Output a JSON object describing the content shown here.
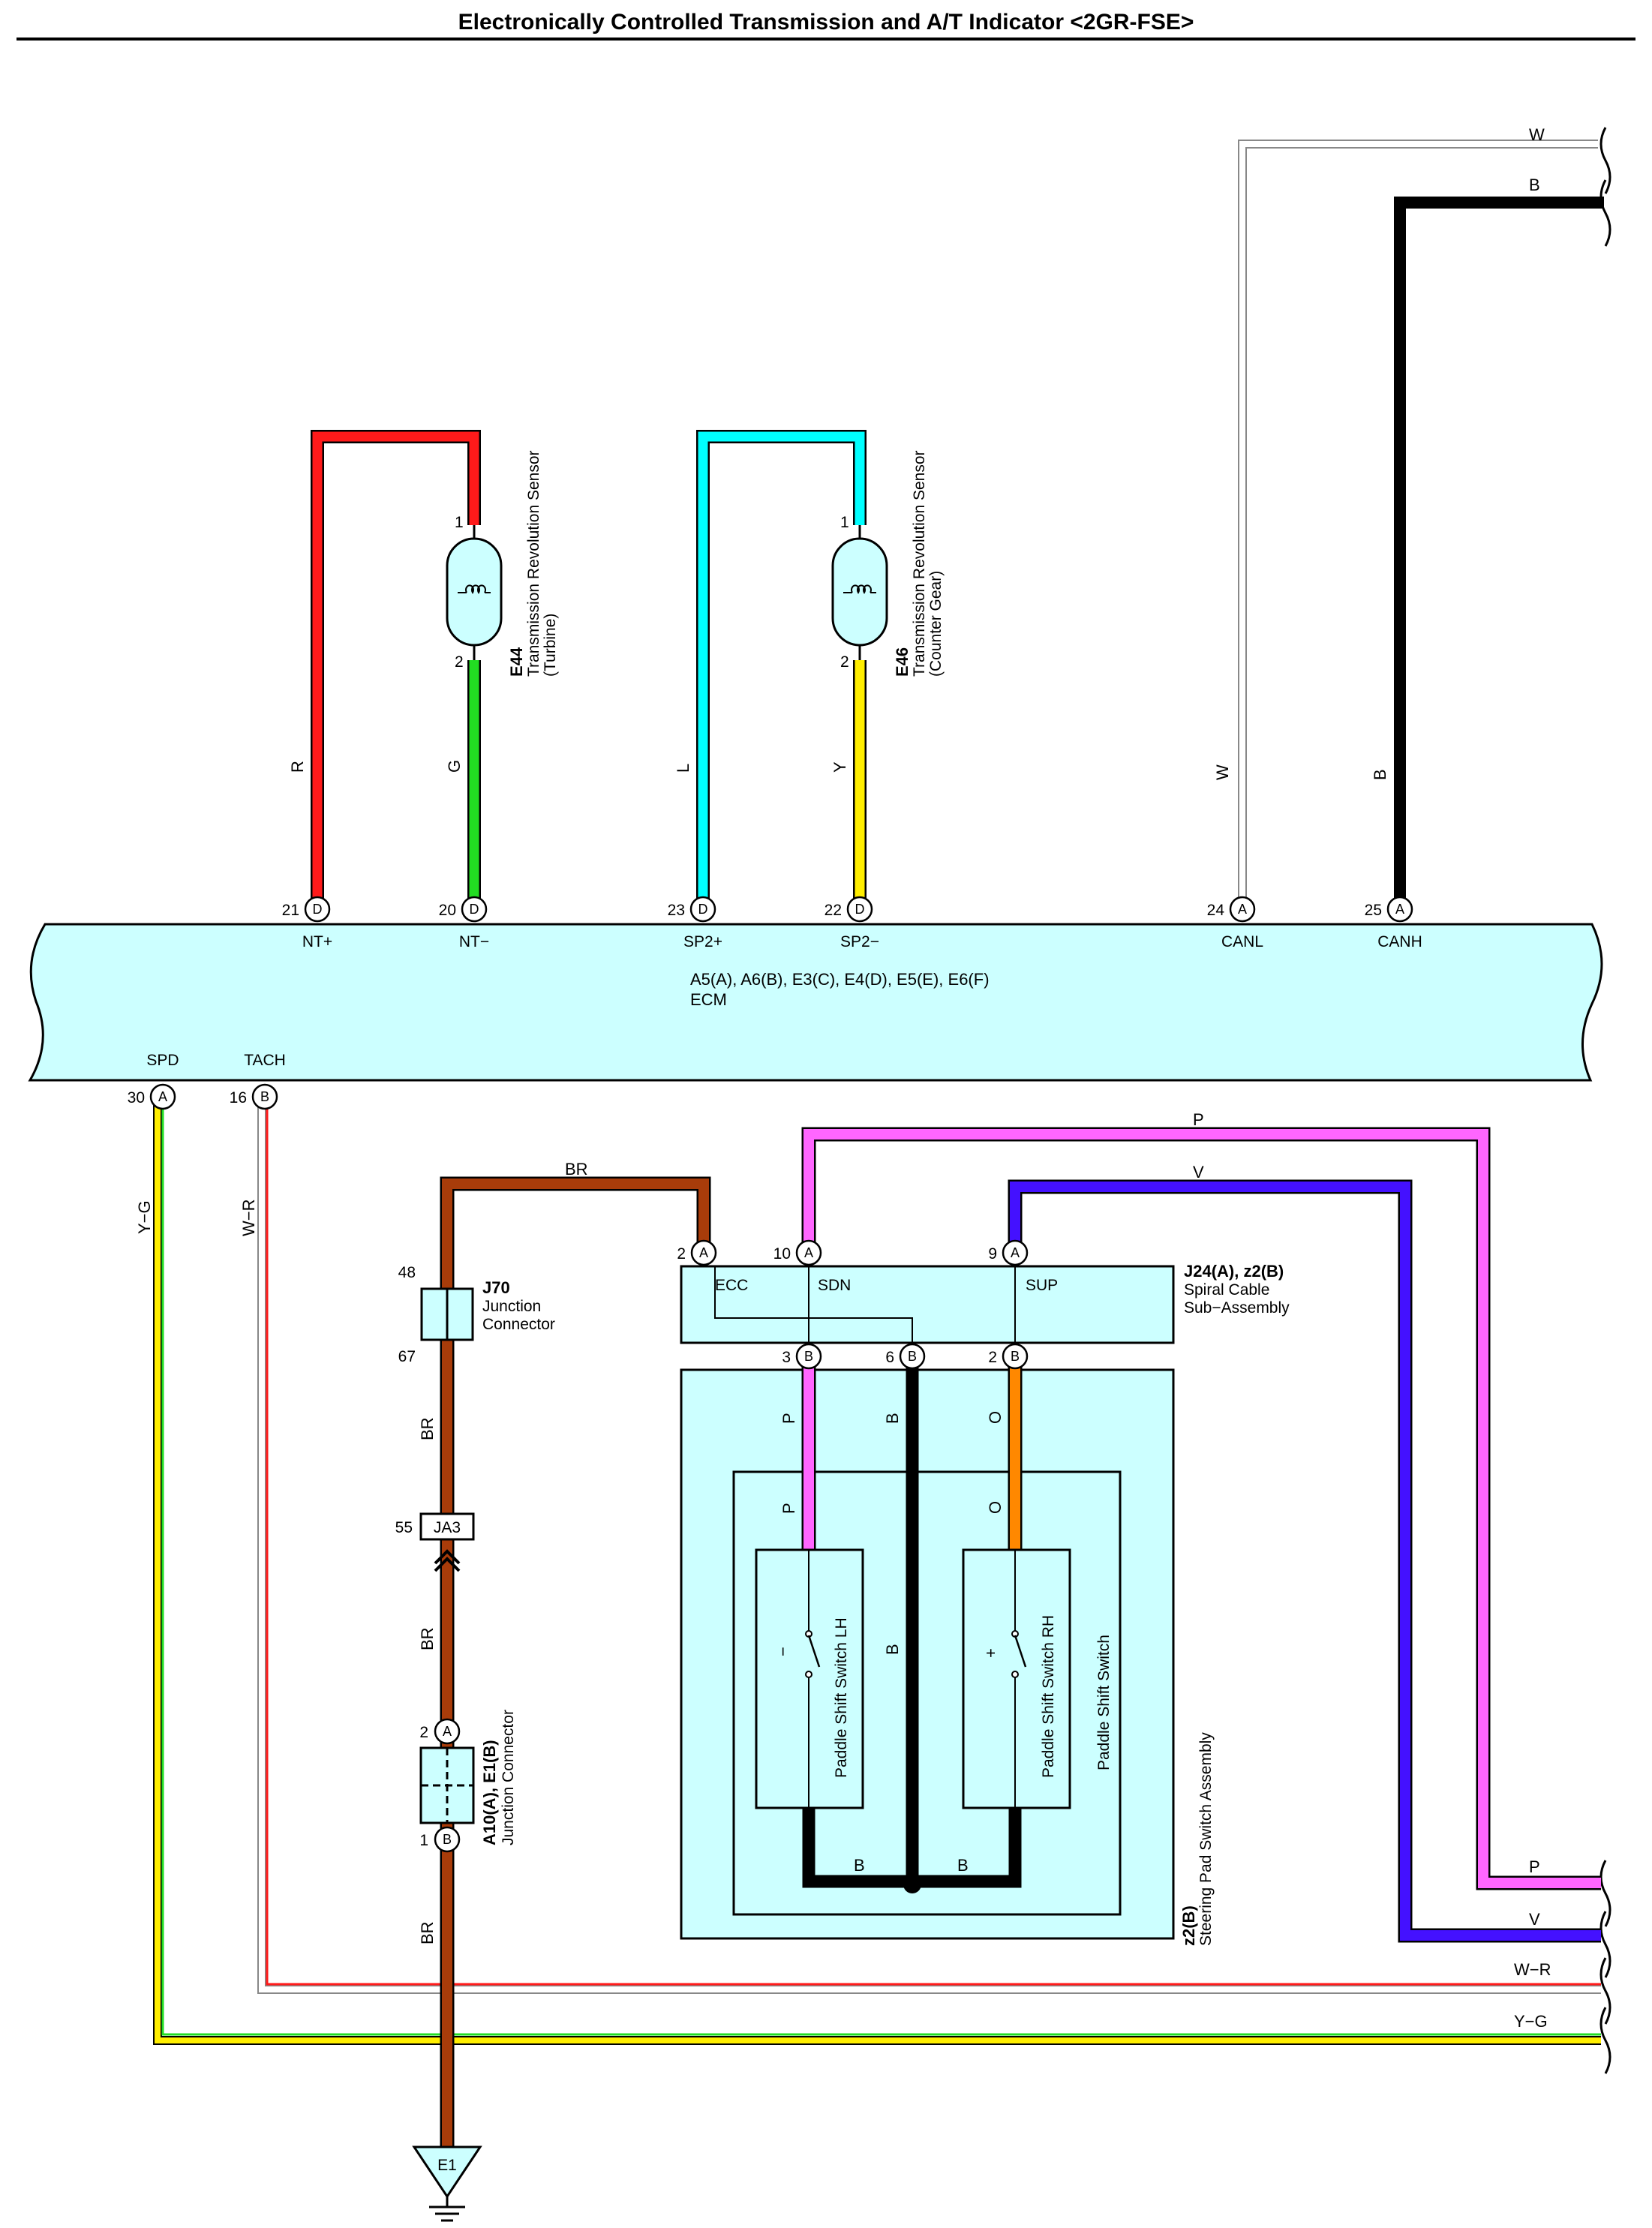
{
  "title": "Electronically Controlled Transmission and A/T Indicator <2GR-FSE>",
  "colors": {
    "red": "#ff1a1a",
    "green": "#22dd22",
    "cyan": "#00ffff",
    "yellow": "#ffee00",
    "brown": "#a83c0a",
    "pink": "#ff66ff",
    "violet": "#4411ff",
    "orange": "#ff8800",
    "black": "#000000",
    "white_wire": "#ffffff",
    "component_fill": "#ccffff"
  },
  "ecm": {
    "connectors": "A5(A), A6(B), E3(C), E4(D), E5(E), E6(F)",
    "name": "ECM",
    "pins": {
      "nt_plus": {
        "num": "21",
        "conn": "D",
        "label": "NT+"
      },
      "nt_minus": {
        "num": "20",
        "conn": "D",
        "label": "NT−"
      },
      "sp2_plus": {
        "num": "23",
        "conn": "D",
        "label": "SP2+"
      },
      "sp2_minus": {
        "num": "22",
        "conn": "D",
        "label": "SP2−"
      },
      "canl": {
        "num": "24",
        "conn": "A",
        "label": "CANL"
      },
      "canh": {
        "num": "25",
        "conn": "A",
        "label": "CANH"
      },
      "spd": {
        "num": "30",
        "conn": "A",
        "label": "SPD"
      },
      "tach": {
        "num": "16",
        "conn": "B",
        "label": "TACH"
      }
    }
  },
  "e44": {
    "code": "E44",
    "name": "Transmission Revolution Sensor",
    "sub": "(Turbine)",
    "pin1": "1",
    "pin2": "2"
  },
  "e46": {
    "code": "E46",
    "name": "Transmission Revolution Sensor",
    "sub": "(Counter Gear)",
    "pin1": "1",
    "pin2": "2"
  },
  "wire_labels": {
    "r": "R",
    "g": "G",
    "l": "L",
    "y": "Y",
    "w": "W",
    "b": "B",
    "yg": "Y−G",
    "wr": "W−R",
    "br": "BR",
    "p": "P",
    "v": "V",
    "o": "O"
  },
  "j70": {
    "code": "J70",
    "name1": "Junction",
    "name2": "Connector",
    "pin_top": "48",
    "pin_bottom": "67"
  },
  "ja3": {
    "code": "JA3",
    "pin": "55"
  },
  "a10": {
    "code": "A10(A), E1(B)",
    "name": "Junction Connector",
    "pin_top": "2",
    "conn_top": "A",
    "pin_bottom": "1",
    "conn_bottom": "B"
  },
  "ground": {
    "code": "E1"
  },
  "j24": {
    "code": "J24(A), z2(B)",
    "name1": "Spiral Cable",
    "name2": "Sub−Assembly",
    "ecc": "ECC",
    "sdn": "SDN",
    "sup": "SUP",
    "top_pins": [
      {
        "num": "2",
        "conn": "A"
      },
      {
        "num": "10",
        "conn": "A"
      },
      {
        "num": "9",
        "conn": "A"
      }
    ],
    "bottom_pins": [
      {
        "num": "3",
        "conn": "B"
      },
      {
        "num": "6",
        "conn": "B"
      },
      {
        "num": "2",
        "conn": "B"
      }
    ]
  },
  "z2": {
    "code": "z2(B)",
    "name": "Steering Pad Switch Assembly",
    "inner": "Paddle Shift Switch"
  },
  "paddle_lh": {
    "name": "Paddle Shift Switch LH",
    "sign": "−"
  },
  "paddle_rh": {
    "name": "Paddle Shift Switch RH",
    "sign": "+"
  }
}
